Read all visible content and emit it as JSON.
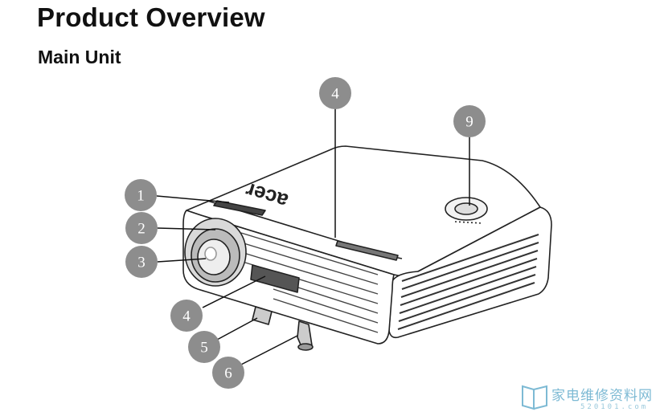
{
  "header": {
    "title": "Product Overview",
    "subtitle": "Main Unit"
  },
  "callouts": [
    {
      "label": "1"
    },
    {
      "label": "2"
    },
    {
      "label": "3"
    },
    {
      "label": "4"
    },
    {
      "label": "4"
    },
    {
      "label": "5"
    },
    {
      "label": "6"
    },
    {
      "label": "9"
    }
  ],
  "watermark": {
    "text": "家电维修资料网",
    "url": "520101.com"
  },
  "colors": {
    "callout_fill": "#8d8d8d",
    "watermark": "#7dbad4"
  }
}
